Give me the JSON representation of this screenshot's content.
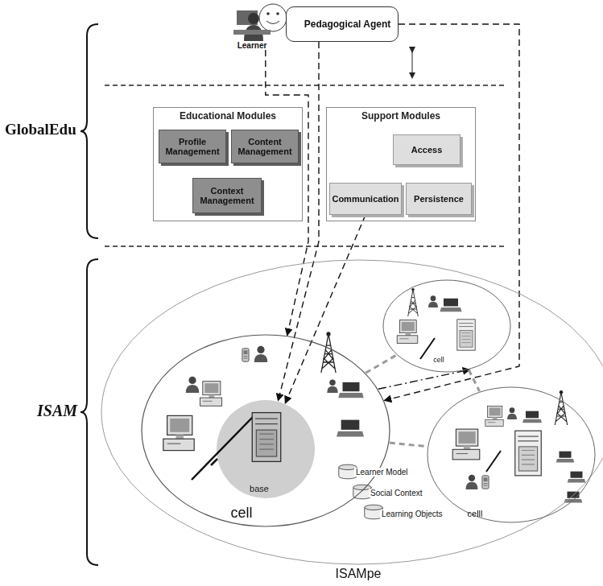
{
  "diagram": {
    "nodes": [
      {
        "text": [
          "Learner"
        ]
      },
      {
        "text": [
          "Pedagogical Agent"
        ]
      },
      {
        "text": [
          "Educational Modules"
        ]
      },
      {
        "text": [
          "Profile Management"
        ],
        "in": 2
      },
      {
        "text": [
          "Content Management"
        ],
        "in": 2
      },
      {
        "text": [
          "Context Management"
        ],
        "in": 2
      },
      {
        "text": [
          "Support Modules"
        ]
      },
      {
        "text": [
          "Access"
        ],
        "in": 6
      },
      {
        "text": [
          "Communication"
        ],
        "in": 6
      },
      {
        "text": [
          "Persistence"
        ],
        "in": 6
      },
      {
        "text": [
          "ISAMpe"
        ]
      },
      {
        "text": [
          "cell"
        ],
        "in": 10
      },
      {
        "text": [
          "base"
        ],
        "in": 11
      },
      {
        "text": [
          "cell"
        ],
        "in": 10
      },
      {
        "text": [
          "celll"
        ],
        "in": 10
      }
    ],
    "edges": [
      {
        "from": 0,
        "to": 11,
        "arrow": "to"
      },
      {
        "from": 1,
        "to": 12,
        "arrow": "to"
      },
      {
        "from": 8,
        "to": 12,
        "arrow": "to"
      },
      {
        "from": 1,
        "to": 11,
        "arrow": "to"
      },
      {
        "from": 11,
        "to": 13,
        "arrow": "to"
      },
      {
        "from": 11,
        "to": 13,
        "arrow": "none"
      },
      {
        "from": 13,
        "to": 14,
        "arrow": "none"
      },
      {
        "from": 11,
        "to": 14,
        "arrow": "none"
      }
    ],
    "labels": [
      "GlobalEdu",
      "ISAM",
      "Learner Model",
      "Social Context",
      "Learning Objects"
    ]
  }
}
